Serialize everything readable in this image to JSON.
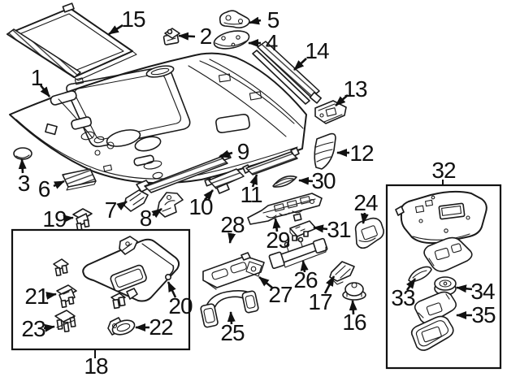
{
  "diagram": {
    "colors": {
      "line": "#1a1a1a",
      "background": "#ffffff"
    },
    "callouts": {
      "c1": {
        "number": "1"
      },
      "c2": {
        "number": "2"
      },
      "c3": {
        "number": "3"
      },
      "c4": {
        "number": "4"
      },
      "c5": {
        "number": "5"
      },
      "c6": {
        "number": "6"
      },
      "c7": {
        "number": "7"
      },
      "c8": {
        "number": "8"
      },
      "c9": {
        "number": "9"
      },
      "c10": {
        "number": "10"
      },
      "c11": {
        "number": "11"
      },
      "c12": {
        "number": "12"
      },
      "c13": {
        "number": "13"
      },
      "c14": {
        "number": "14"
      },
      "c15": {
        "number": "15"
      },
      "c16": {
        "number": "16"
      },
      "c17": {
        "number": "17"
      },
      "c18": {
        "number": "18"
      },
      "c19": {
        "number": "19"
      },
      "c20": {
        "number": "20"
      },
      "c21": {
        "number": "21"
      },
      "c22": {
        "number": "22"
      },
      "c23": {
        "number": "23"
      },
      "c24": {
        "number": "24"
      },
      "c25": {
        "number": "25"
      },
      "c26": {
        "number": "26"
      },
      "c27": {
        "number": "27"
      },
      "c28": {
        "number": "28"
      },
      "c29": {
        "number": "29"
      },
      "c30": {
        "number": "30"
      },
      "c31": {
        "number": "31"
      },
      "c32": {
        "number": "32"
      },
      "c33": {
        "number": "33"
      },
      "c34": {
        "number": "34"
      },
      "c35": {
        "number": "35"
      }
    }
  }
}
